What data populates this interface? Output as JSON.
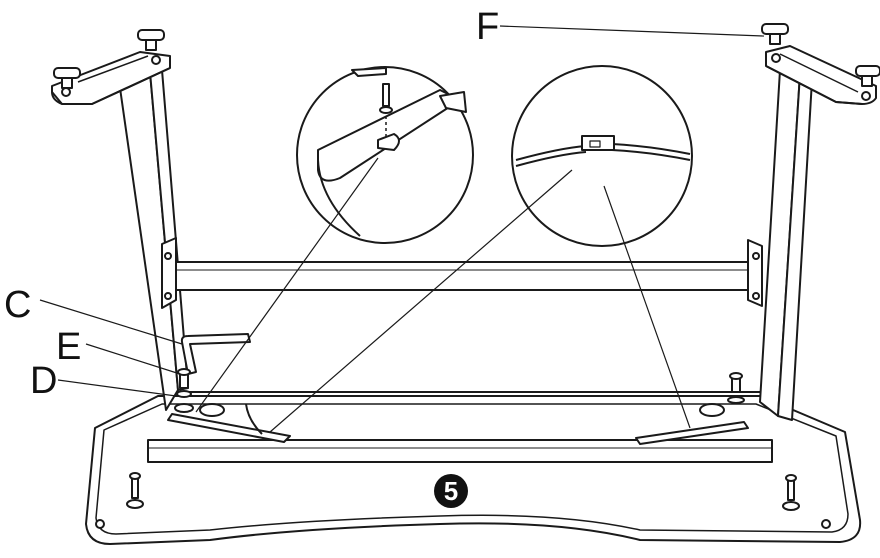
{
  "callouts": {
    "c": "C",
    "e": "E",
    "d": "D",
    "f": "F"
  },
  "step_number": "5",
  "colors": {
    "line": "#1a1a1a",
    "fill": "#ffffff",
    "shade": "#9a9a9a"
  }
}
